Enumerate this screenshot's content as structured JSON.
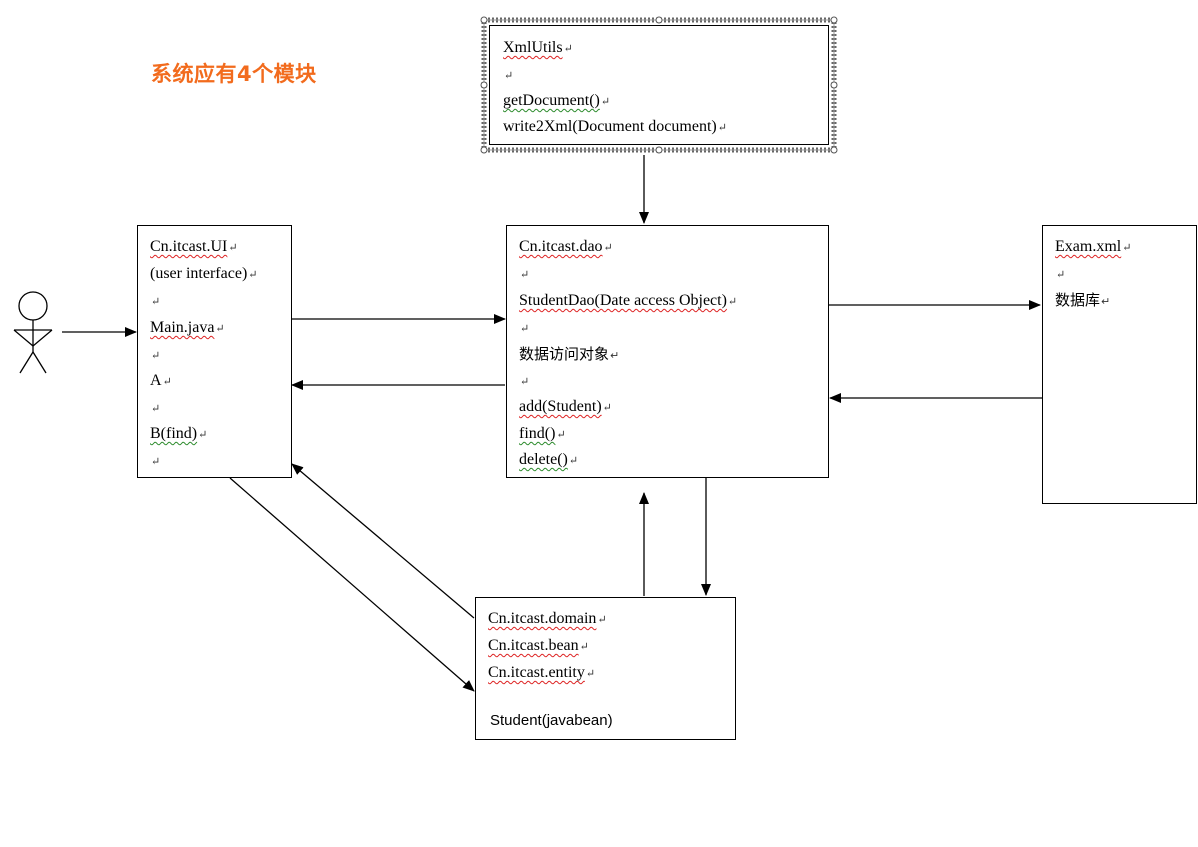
{
  "title": "系统应有4个模块",
  "para_mark": "↵",
  "boxes": {
    "xmlutils": {
      "name": "XmlUtils",
      "get_document": "getDocument()",
      "write2xml": "write2Xml(Document document)"
    },
    "ui": {
      "package": "Cn.itcast.UI",
      "subtitle": "(user interface)",
      "main": "Main.java",
      "a": "A",
      "b": "B(find)"
    },
    "dao": {
      "package": "Cn.itcast.dao",
      "class_name": "StudentDao(Date access Object)",
      "chinese_desc": "数据访问对象",
      "add": "add(Student)",
      "find": "find()",
      "delete": "delete()"
    },
    "exam": {
      "file": "Exam.xml",
      "database": "数据库"
    },
    "domain": {
      "domain_pkg": "Cn.itcast.domain",
      "bean_pkg": "Cn.itcast.bean",
      "entity_pkg": "Cn.itcast.entity",
      "student": "Student(javabean)"
    }
  },
  "colors": {
    "title": "#f26b1d",
    "spell_underline": "#d22222",
    "grammar_underline": "#2a8a2a",
    "line": "#000000"
  }
}
